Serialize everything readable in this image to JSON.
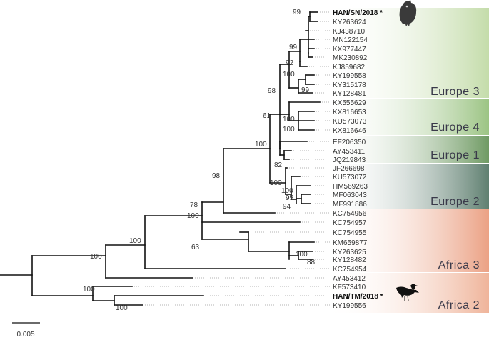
{
  "tips": [
    "HAN/SN/2018 *",
    "KY263624",
    "KJ438710",
    "MN122154",
    "KX977447",
    "MK230892",
    "KJ859682",
    "KY199558",
    "KY315178",
    "KY128481",
    "KX555629",
    "KX816653",
    "KU573073",
    "KX816646",
    "EF206350",
    "AY453411",
    "JQ219843",
    "JF266698",
    "KU573072",
    "HM569263",
    "MF063043",
    "MF991886",
    "KC754956",
    "KC754957",
    "KC754955",
    "KM659877",
    "KY263625",
    "KY128482",
    "KC754954",
    "AY453412",
    "KF573410",
    "HAN/TM/2018 *",
    "KY199556"
  ],
  "bold_tips": [
    "HAN/SN/2018 *",
    "HAN/TM/2018 *"
  ],
  "clades": [
    {
      "label": "Europe 3",
      "color": "#c9dfb0"
    },
    {
      "label": "Europe 4",
      "color": "#a9cc8e"
    },
    {
      "label": "Europe 1",
      "color": "#7ca56c"
    },
    {
      "label": "Europe 2",
      "color": "#6f8f7c"
    },
    {
      "label": "Africa 3",
      "color": "#eca88b"
    },
    {
      "label": "Africa 2",
      "color": "#f0b9a0"
    }
  ],
  "bootstrap": [
    "99",
    "99",
    "92",
    "100",
    "99",
    "98",
    "61",
    "100",
    "100",
    "100",
    "82",
    "100",
    "100",
    "95",
    "94",
    "98",
    "78",
    "100",
    "100",
    "63",
    "100",
    "88",
    "100",
    "100",
    "100"
  ],
  "scale_bar": {
    "label": "0.005"
  },
  "icons": {
    "top": "owl-icon",
    "bottom": "songbird-icon"
  }
}
